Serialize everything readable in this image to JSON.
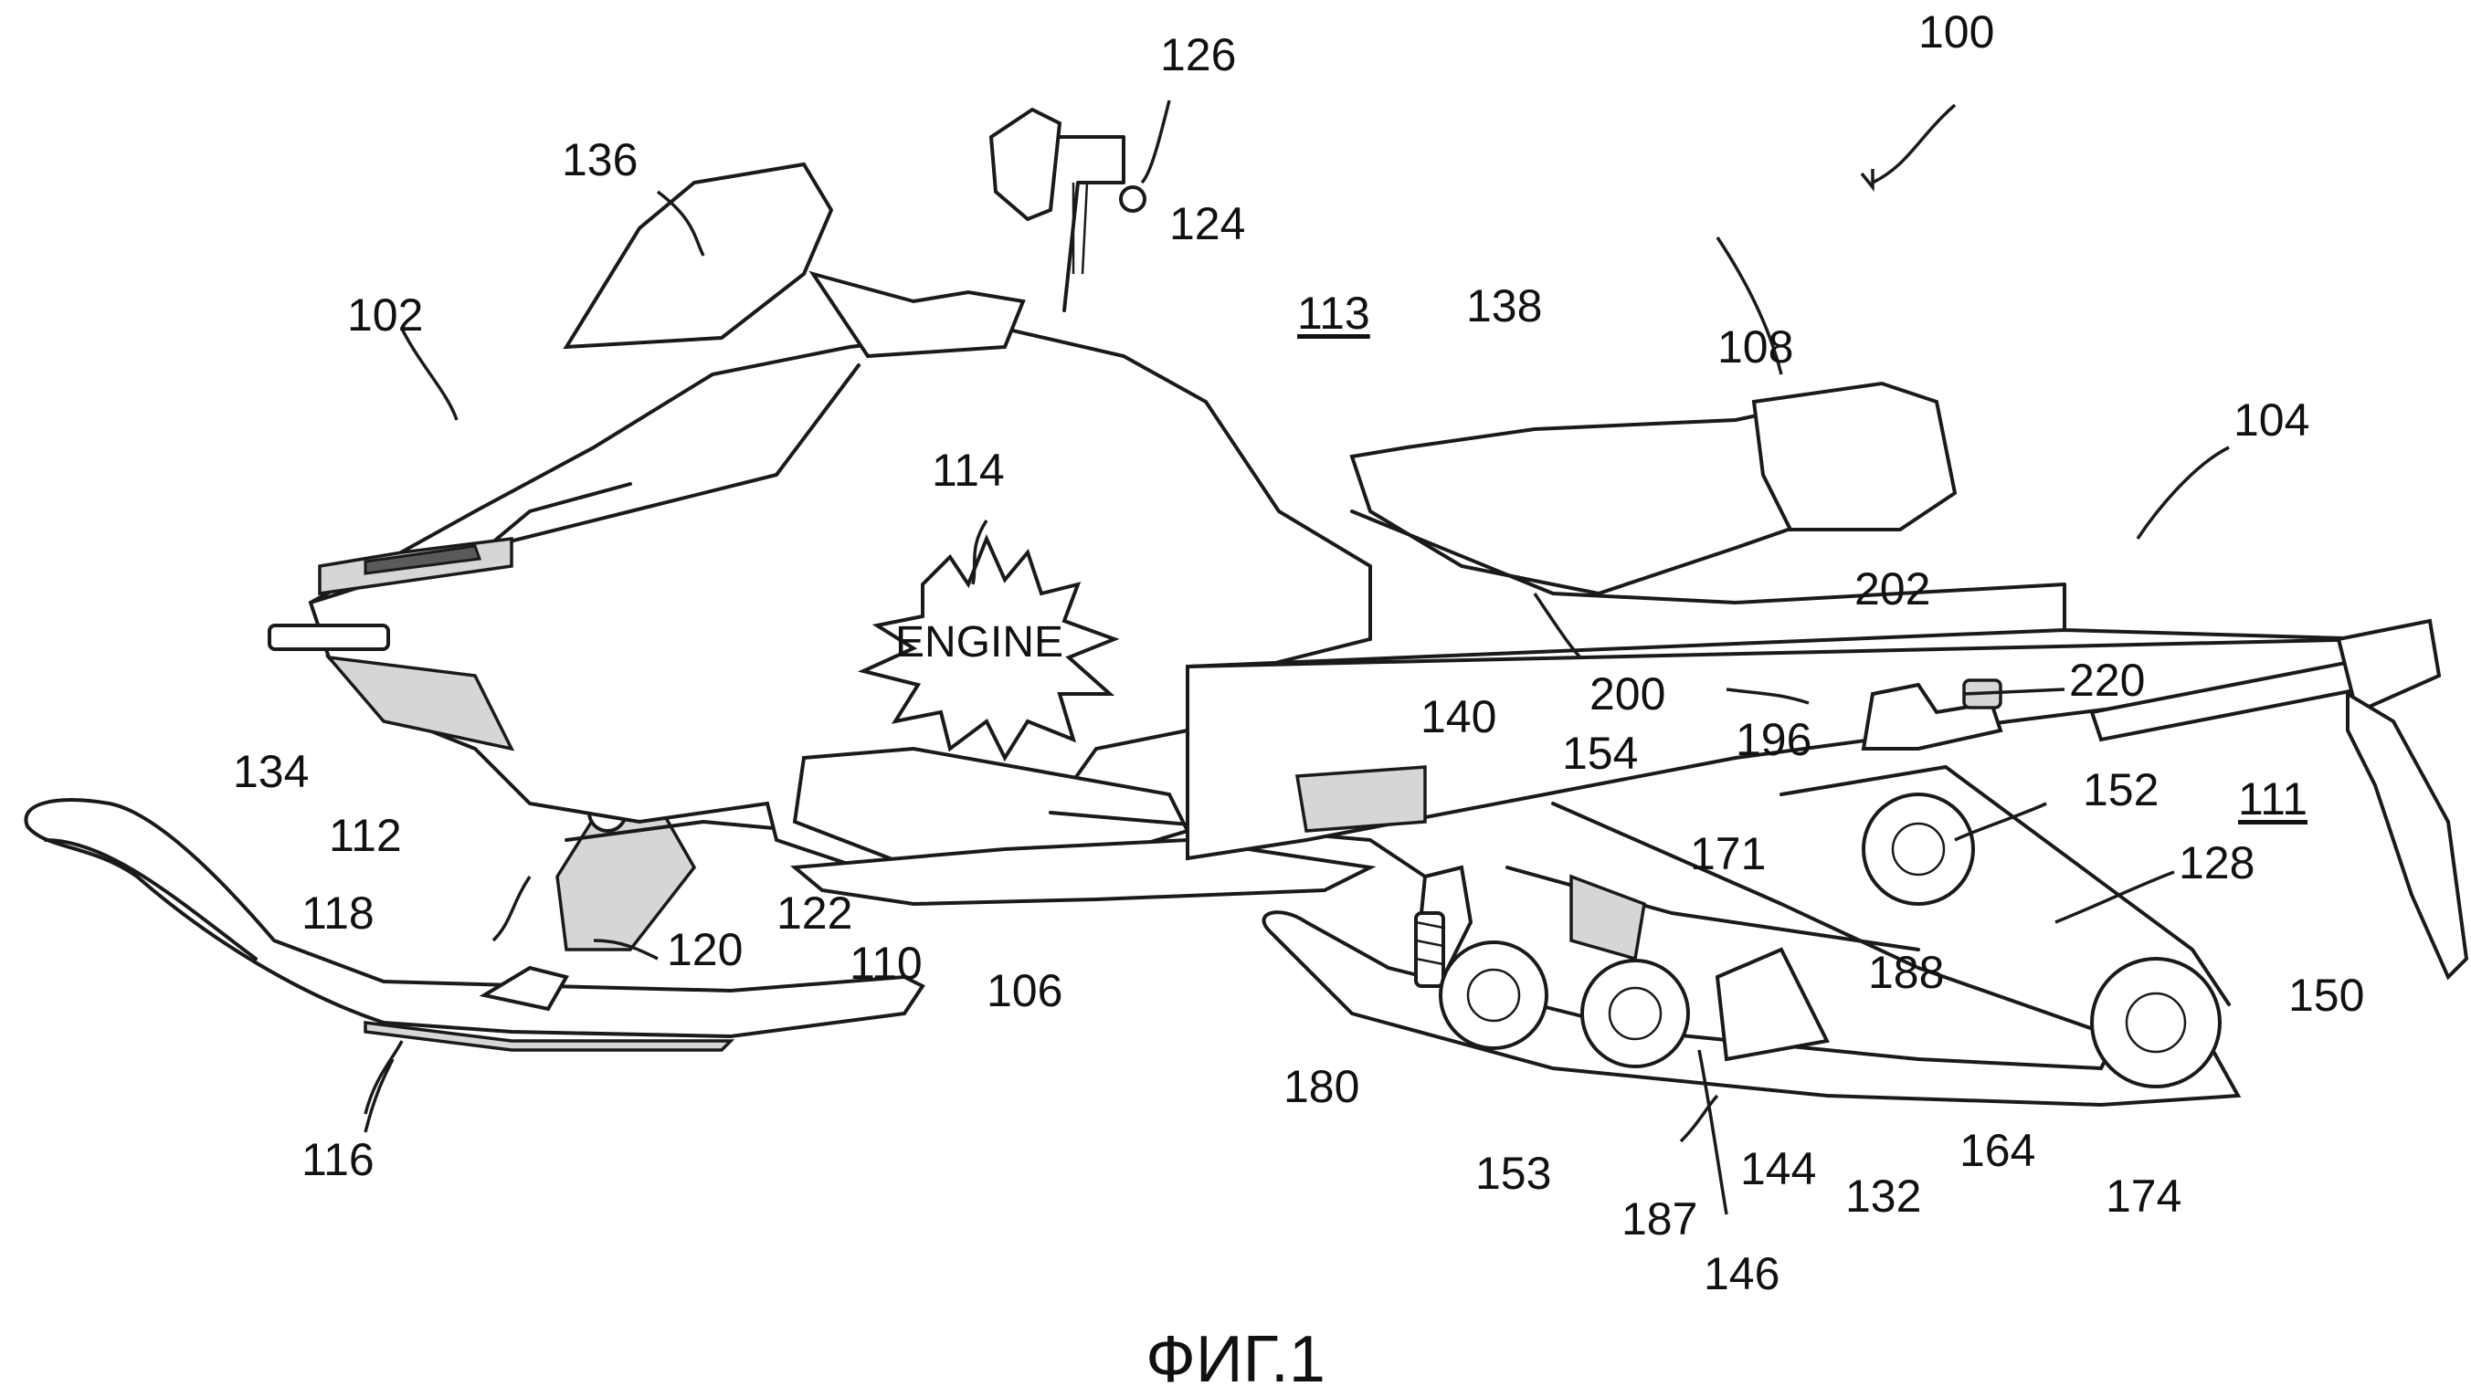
{
  "figure": {
    "caption": "ФИГ.1",
    "engine_label": "ENGINE",
    "references": [
      {
        "id": "r100",
        "text": "100"
      },
      {
        "id": "r102",
        "text": "102"
      },
      {
        "id": "r104",
        "text": "104"
      },
      {
        "id": "r106",
        "text": "106"
      },
      {
        "id": "r108",
        "text": "108"
      },
      {
        "id": "r110",
        "text": "110"
      },
      {
        "id": "r111",
        "text": "111"
      },
      {
        "id": "r112",
        "text": "112"
      },
      {
        "id": "r113",
        "text": "113"
      },
      {
        "id": "r114",
        "text": "114"
      },
      {
        "id": "r116",
        "text": "116"
      },
      {
        "id": "r118",
        "text": "118"
      },
      {
        "id": "r120",
        "text": "120"
      },
      {
        "id": "r122",
        "text": "122"
      },
      {
        "id": "r124",
        "text": "124"
      },
      {
        "id": "r126",
        "text": "126"
      },
      {
        "id": "r128",
        "text": "128"
      },
      {
        "id": "r132",
        "text": "132"
      },
      {
        "id": "r134",
        "text": "134"
      },
      {
        "id": "r136",
        "text": "136"
      },
      {
        "id": "r138",
        "text": "138"
      },
      {
        "id": "r140",
        "text": "140"
      },
      {
        "id": "r144",
        "text": "144"
      },
      {
        "id": "r146",
        "text": "146"
      },
      {
        "id": "r150",
        "text": "150"
      },
      {
        "id": "r152",
        "text": "152"
      },
      {
        "id": "r153",
        "text": "153"
      },
      {
        "id": "r154",
        "text": "154"
      },
      {
        "id": "r164",
        "text": "164"
      },
      {
        "id": "r171",
        "text": "171"
      },
      {
        "id": "r174",
        "text": "174"
      },
      {
        "id": "r180",
        "text": "180"
      },
      {
        "id": "r187",
        "text": "187"
      },
      {
        "id": "r188",
        "text": "188"
      },
      {
        "id": "r196",
        "text": "196"
      },
      {
        "id": "r200",
        "text": "200"
      },
      {
        "id": "r202",
        "text": "202"
      },
      {
        "id": "r220",
        "text": "220"
      }
    ]
  }
}
